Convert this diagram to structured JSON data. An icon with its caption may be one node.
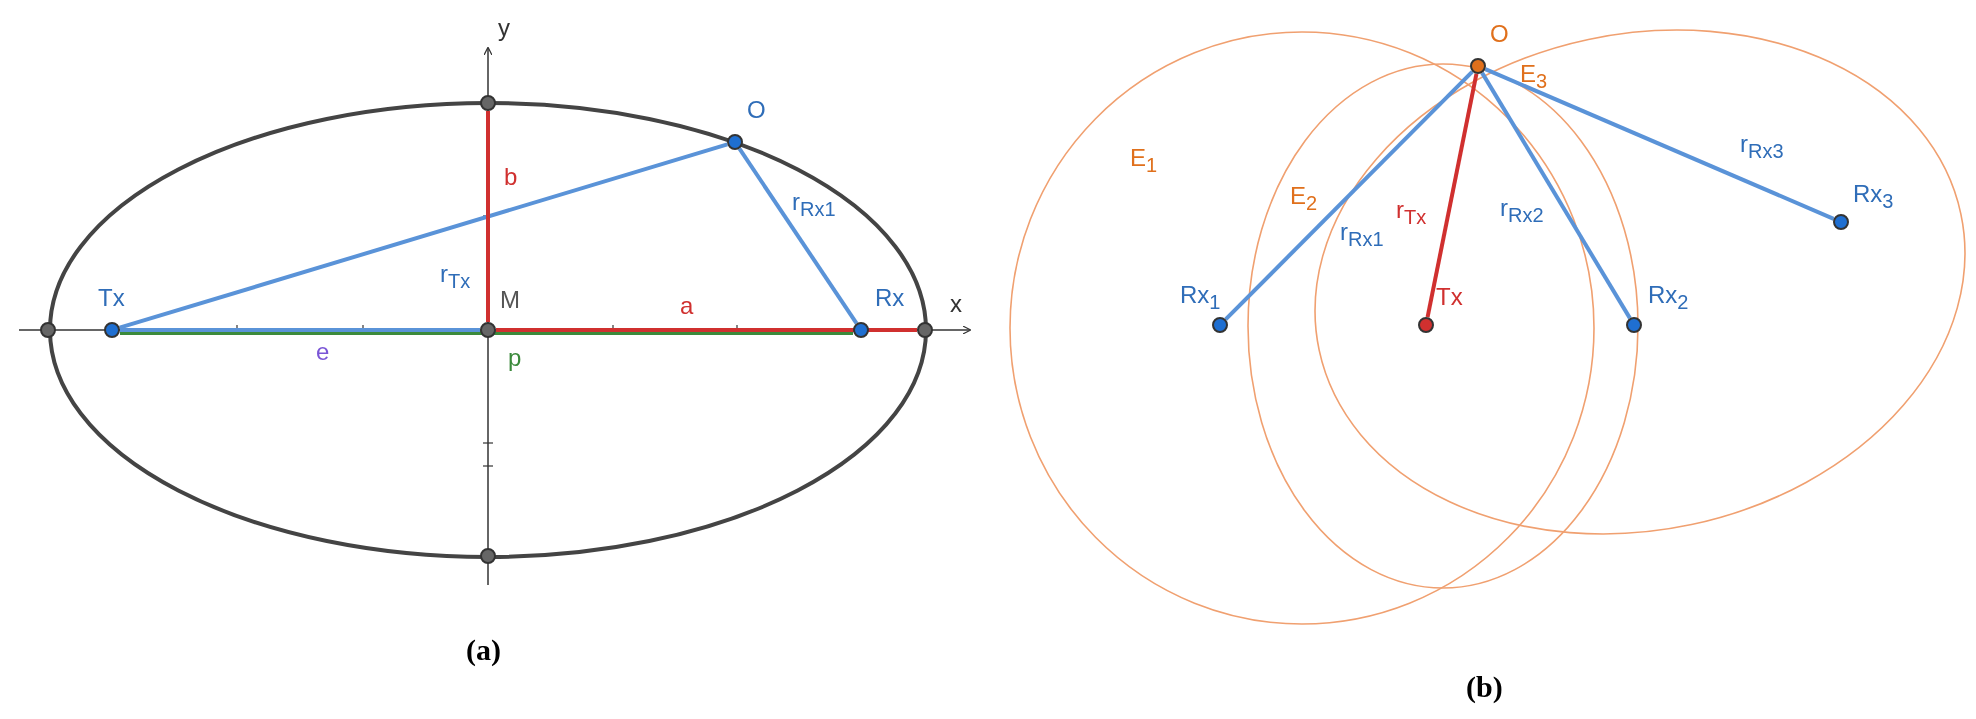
{
  "diagram": {
    "nodes": [
      {
        "text": [],
        "shape": "circle"
      },
      {
        "text": [
          "Tx"
        ]
      },
      {
        "text": [],
        "shape": "circle"
      },
      {
        "text": [
          "M"
        ]
      },
      {
        "text": [],
        "shape": "circle"
      },
      {
        "text": [
          "O"
        ]
      },
      {
        "text": [
          "Rx"
        ]
      },
      {
        "text": [],
        "shape": "circle"
      },
      {
        "text": [
          "O"
        ]
      },
      {
        "text": [
          "Rx$_{1}$"
        ]
      },
      {
        "text": [
          "Tx"
        ]
      },
      {
        "text": [
          "Rx$_{2}$"
        ]
      },
      {
        "text": [
          "Rx$_{3}$"
        ]
      }
    ],
    "edges": [
      {
        "from": 1,
        "to": 5,
        "arrow": "none",
        "label": "r$_{Tx}$"
      },
      {
        "from": 5,
        "to": 6,
        "arrow": "none",
        "label": "r$_{Rx1}$"
      },
      {
        "from": 3,
        "to": 2,
        "arrow": "none",
        "label": "b",
        "color": "#d0302f"
      },
      {
        "from": 1,
        "to": 6,
        "arrow": "none",
        "label": "p",
        "color": "#3b8a3b"
      },
      {
        "from": 1,
        "to": 3,
        "arrow": "none",
        "label": "e"
      },
      {
        "from": 3,
        "to": 7,
        "arrow": "none",
        "label": "a",
        "color": "#d0302f"
      },
      {
        "from": 8,
        "to": 9,
        "arrow": "none",
        "label": "r$_{Rx1}$"
      },
      {
        "from": 8,
        "to": 10,
        "arrow": "none",
        "label": "r$_{Tx}$",
        "color": "#d0302f"
      },
      {
        "from": 8,
        "to": 11,
        "arrow": "none",
        "label": "r$_{Rx2}$"
      },
      {
        "from": 8,
        "to": 12,
        "arrow": "none",
        "label": "r$_{Rx3}$"
      }
    ],
    "labels": [
      "y",
      "x",
      "(a)",
      "E$_{1}$",
      "E$_{2}$",
      "E$_{3}$",
      "(b)"
    ]
  }
}
